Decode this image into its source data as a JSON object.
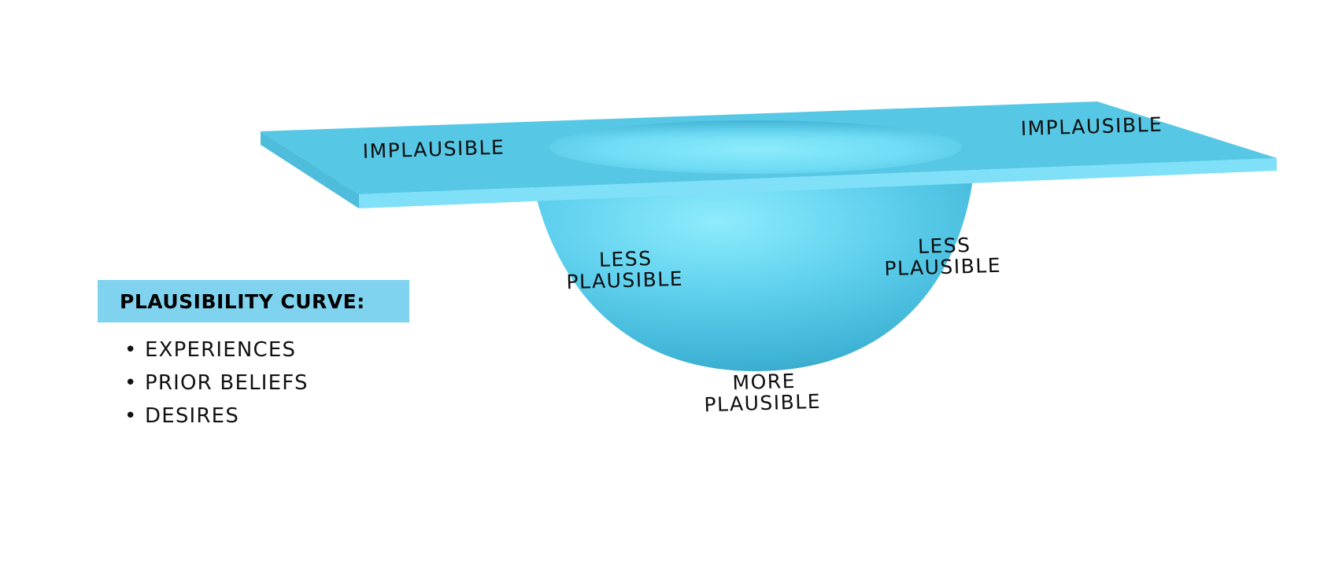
{
  "diagram": {
    "surface_labels": {
      "left": "IMPLAUSIBLE",
      "right": "IMPLAUSIBLE"
    },
    "bowl_labels": {
      "left_line1": "LESS",
      "left_line2": "PLAUSIBLE",
      "right_line1": "LESS",
      "right_line2": "PLAUSIBLE",
      "bottom_line1": "MORE",
      "bottom_line2": "PLAUSIBLE"
    },
    "colors": {
      "plane_top": "#56c8e5",
      "plane_front": "#7fe0f8",
      "bowl_light": "#86e8fb",
      "bowl_dark": "#3aaed1"
    }
  },
  "legend": {
    "title": "PLAUSIBILITY CURVE:",
    "box_color": "#7fd3ef",
    "bullet": "•",
    "items": [
      {
        "label": "EXPERIENCES"
      },
      {
        "label": "PRIOR BELIEFS"
      },
      {
        "label": "DESIRES"
      }
    ]
  }
}
